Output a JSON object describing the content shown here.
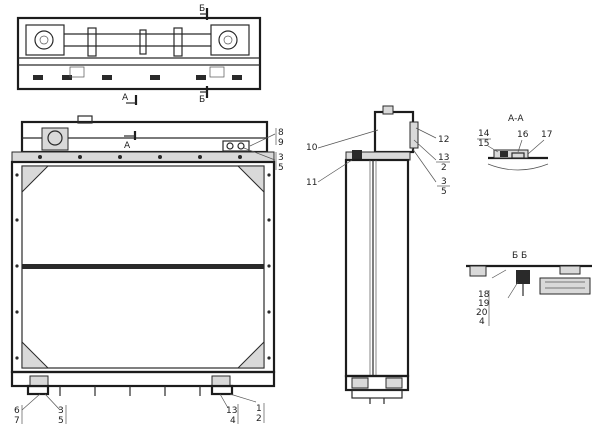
{
  "section_marks": {
    "b_top": "Б",
    "b_bottom": "Б",
    "a_left": "А",
    "a_front": "А"
  },
  "section_titles": {
    "aa": "А-А",
    "bb": "Б Б"
  },
  "front_labels": {
    "l8": "8",
    "l9": "9",
    "l3": "3",
    "l5": "5",
    "bl6": "6",
    "bl7": "7",
    "bl3": "3",
    "bl5": "5",
    "bl13": "13",
    "bl4": "4",
    "bl1": "1",
    "bl2": "2"
  },
  "side_labels": {
    "l10": "10",
    "l11": "11",
    "l12": "12",
    "l13": "13",
    "l2": "2",
    "l3": "3",
    "l5": "5"
  },
  "aa_labels": {
    "l14": "14",
    "l15": "15",
    "l16": "16",
    "l17": "17"
  },
  "bb_labels": {
    "l18": "18",
    "l19": "19",
    "l20": "20",
    "l4": "4"
  }
}
